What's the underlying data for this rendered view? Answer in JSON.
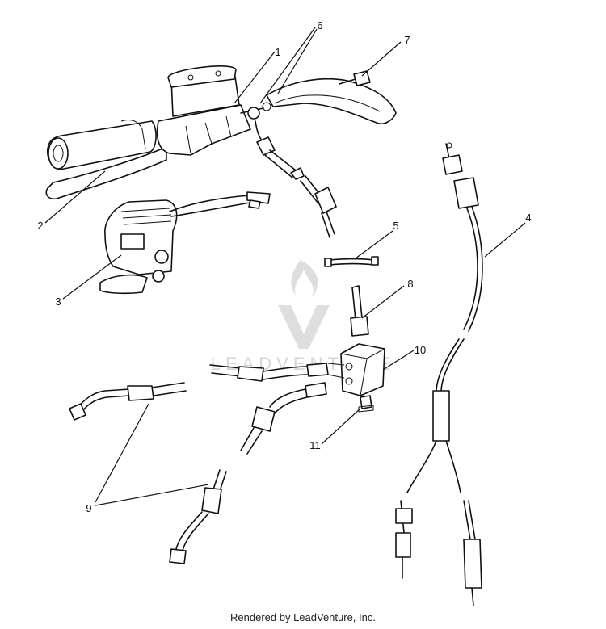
{
  "diagram": {
    "callouts": [
      {
        "id": "c1",
        "label": "1"
      },
      {
        "id": "c2",
        "label": "2"
      },
      {
        "id": "c3",
        "label": "3"
      },
      {
        "id": "c4",
        "label": "4"
      },
      {
        "id": "c5",
        "label": "5"
      },
      {
        "id": "c6",
        "label": "6"
      },
      {
        "id": "c7",
        "label": "7"
      },
      {
        "id": "c8",
        "label": "8"
      },
      {
        "id": "c9",
        "label": "9"
      },
      {
        "id": "c10",
        "label": "10"
      },
      {
        "id": "c11",
        "label": "11"
      }
    ],
    "watermark": {
      "text": "LEADVENTURE"
    }
  },
  "footer": {
    "credit": "Rendered by LeadVenture, Inc."
  }
}
